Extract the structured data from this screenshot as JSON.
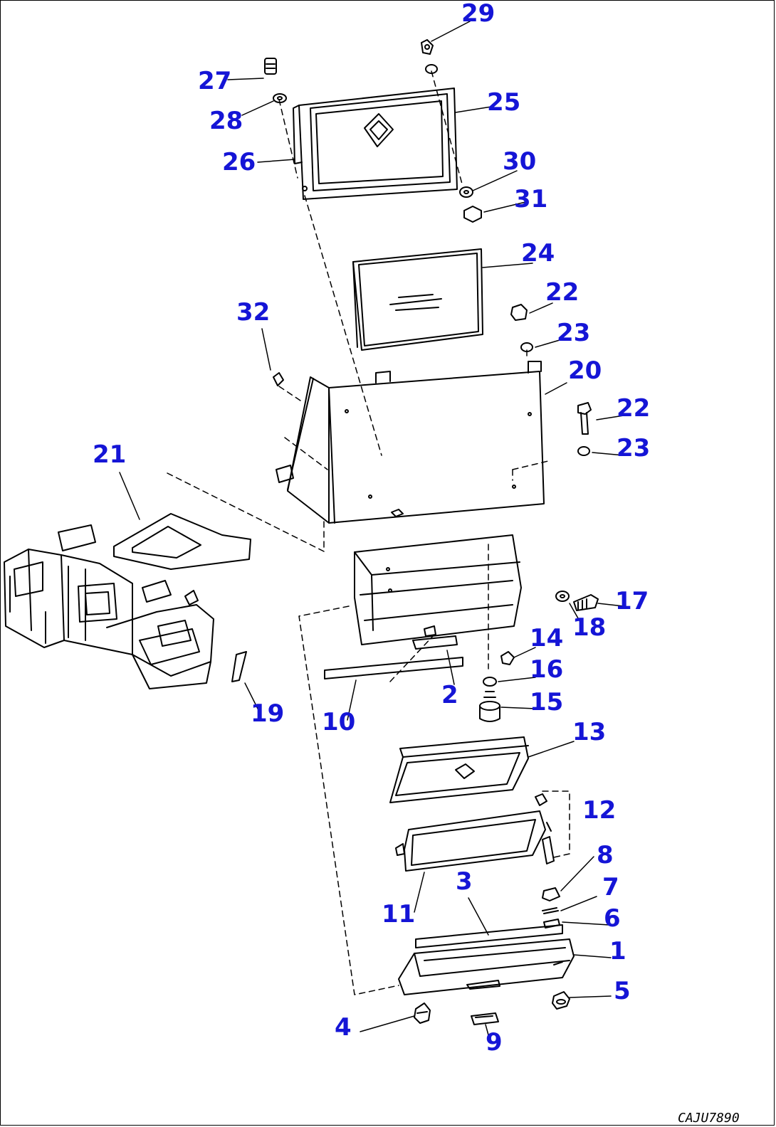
{
  "drawing": {
    "line_color": "#000000",
    "label_color": "#1515d6",
    "reference_code": "CAJU7890"
  },
  "callouts": [
    {
      "id": "c29",
      "text": "29"
    },
    {
      "id": "c27",
      "text": "27"
    },
    {
      "id": "c25",
      "text": "25"
    },
    {
      "id": "c28",
      "text": "28"
    },
    {
      "id": "c26",
      "text": "26"
    },
    {
      "id": "c30",
      "text": "30"
    },
    {
      "id": "c31",
      "text": "31"
    },
    {
      "id": "c24",
      "text": "24"
    },
    {
      "id": "c32",
      "text": "32"
    },
    {
      "id": "c22a",
      "text": "22"
    },
    {
      "id": "c23a",
      "text": "23"
    },
    {
      "id": "c20",
      "text": "20"
    },
    {
      "id": "c22b",
      "text": "22"
    },
    {
      "id": "c23b",
      "text": "23"
    },
    {
      "id": "c21",
      "text": "21"
    },
    {
      "id": "c17",
      "text": "17"
    },
    {
      "id": "c18",
      "text": "18"
    },
    {
      "id": "c14",
      "text": "14"
    },
    {
      "id": "c16",
      "text": "16"
    },
    {
      "id": "c19",
      "text": "19"
    },
    {
      "id": "c10",
      "text": "10"
    },
    {
      "id": "c2",
      "text": "2"
    },
    {
      "id": "c15",
      "text": "15"
    },
    {
      "id": "c13",
      "text": "13"
    },
    {
      "id": "c12",
      "text": "12"
    },
    {
      "id": "c8",
      "text": "8"
    },
    {
      "id": "c3",
      "text": "3"
    },
    {
      "id": "c7",
      "text": "7"
    },
    {
      "id": "c11",
      "text": "11"
    },
    {
      "id": "c6",
      "text": "6"
    },
    {
      "id": "c1",
      "text": "1"
    },
    {
      "id": "c5",
      "text": "5"
    },
    {
      "id": "c4",
      "text": "4"
    },
    {
      "id": "c9",
      "text": "9"
    }
  ]
}
